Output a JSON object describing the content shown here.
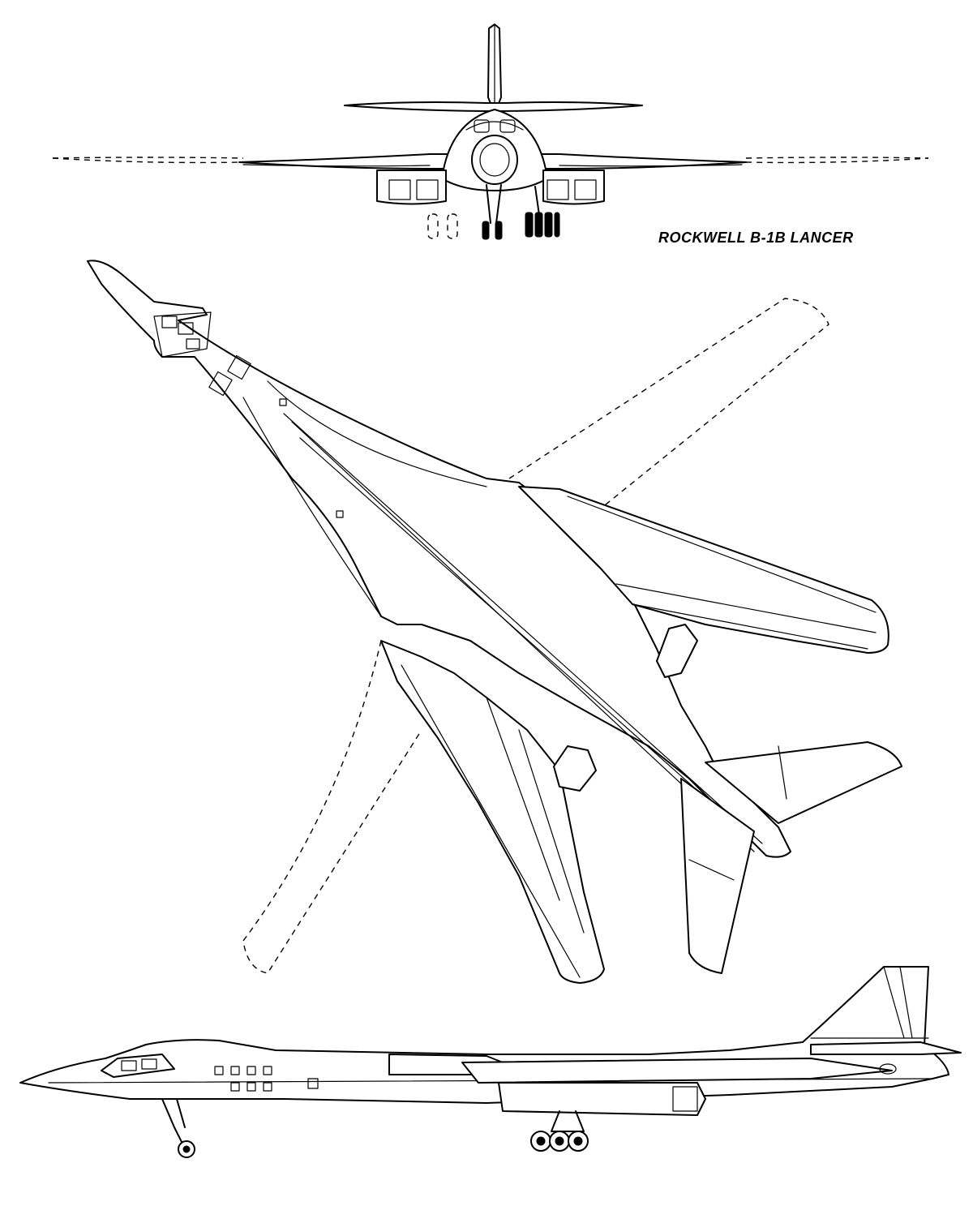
{
  "title": "ROCKWELL B-1B LANCER",
  "colors": {
    "ink": "#000000",
    "paper": "#ffffff"
  },
  "views": [
    "front",
    "plan",
    "side"
  ]
}
